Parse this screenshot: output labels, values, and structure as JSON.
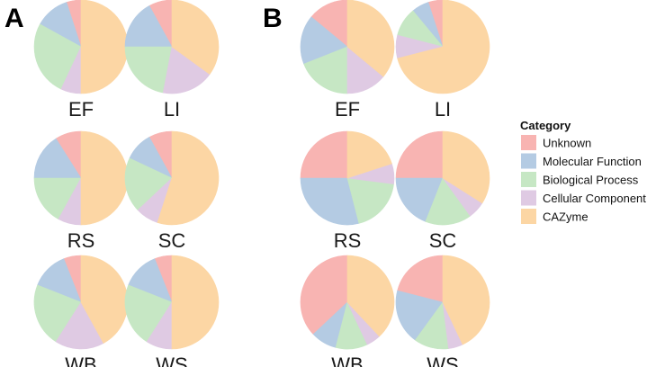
{
  "legend": {
    "title": "Category",
    "entries": [
      {
        "name": "Unknown",
        "color": "#F8B4B2"
      },
      {
        "name": "Molecular Function",
        "color": "#B4CBE3"
      },
      {
        "name": "Biological Process",
        "color": "#C6E7C4"
      },
      {
        "name": "Cellular Component",
        "color": "#DFCAE3"
      },
      {
        "name": "CAZyme",
        "color": "#FCD6A4"
      }
    ]
  },
  "chart_data": [
    {
      "type": "pie",
      "panel": "A",
      "categories": [
        "Unknown",
        "Molecular Function",
        "Biological Process",
        "Cellular Component",
        "CAZyme"
      ],
      "pies": [
        {
          "name": "EF",
          "values": [
            5,
            12,
            26,
            7,
            50
          ]
        },
        {
          "name": "LI",
          "values": [
            8,
            17,
            22,
            18,
            35
          ]
        },
        {
          "name": "RS",
          "values": [
            9,
            16,
            17,
            8,
            50
          ]
        },
        {
          "name": "SC",
          "values": [
            8,
            10,
            19,
            8,
            55
          ]
        },
        {
          "name": "WB",
          "values": [
            6,
            13,
            22,
            17,
            42
          ]
        },
        {
          "name": "WS",
          "values": [
            6,
            13,
            22,
            9,
            50
          ]
        }
      ]
    },
    {
      "type": "pie",
      "panel": "B",
      "categories": [
        "Unknown",
        "Molecular Function",
        "Biological Process",
        "Cellular Component",
        "CAZyme"
      ],
      "pies": [
        {
          "name": "EF",
          "values": [
            14,
            17,
            19,
            14,
            36
          ]
        },
        {
          "name": "LI",
          "values": [
            5,
            6,
            10,
            8,
            71
          ]
        },
        {
          "name": "RS",
          "values": [
            25,
            29,
            19,
            7,
            20
          ]
        },
        {
          "name": "SC",
          "values": [
            25,
            19,
            16,
            6,
            34
          ]
        },
        {
          "name": "WB",
          "values": [
            37,
            9,
            11,
            5,
            38
          ]
        },
        {
          "name": "WS",
          "values": [
            21,
            19,
            12,
            5,
            43
          ]
        }
      ]
    }
  ]
}
